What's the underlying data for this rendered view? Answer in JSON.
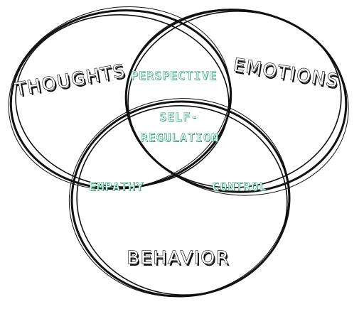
{
  "diagram": {
    "circles": [
      {
        "name": "Thoughts",
        "label": "Thoughts"
      },
      {
        "name": "Emotions",
        "label": "Emotions"
      },
      {
        "name": "Behavior",
        "label": "Behavior"
      }
    ],
    "overlaps": {
      "thoughts_emotions": "Perspective",
      "thoughts_behavior": "Empathy",
      "emotions_behavior": "Control",
      "center_line1": "Self-",
      "center_line2": "Regulation"
    },
    "colors": {
      "outline": "#111111",
      "overlap_text": "#22a56b",
      "background": "#ffffff"
    }
  }
}
